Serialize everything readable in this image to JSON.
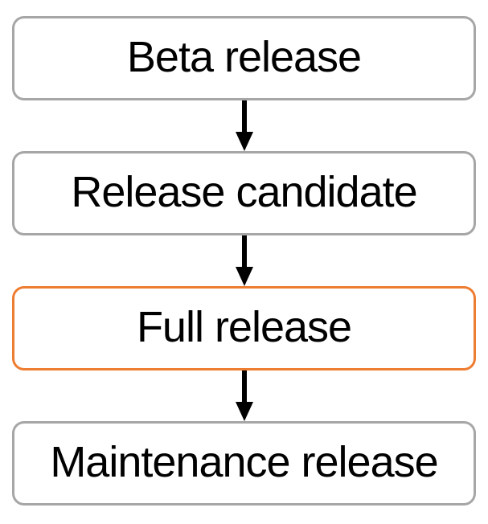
{
  "diagram": {
    "type": "flowchart",
    "direction": "top-down",
    "background_color": "#ffffff",
    "connector_color": "#000000",
    "default_border_color": "#a6a6a6",
    "highlight_border_color": "#ed7d31",
    "text_color": "#000000",
    "nodes": [
      {
        "id": "beta-release",
        "label": "Beta release",
        "border_color": "#a6a6a6",
        "highlighted": false
      },
      {
        "id": "release-candidate",
        "label": "Release candidate",
        "border_color": "#a6a6a6",
        "highlighted": false
      },
      {
        "id": "full-release",
        "label": "Full release",
        "border_color": "#ed7d31",
        "highlighted": true
      },
      {
        "id": "maintenance-release",
        "label": "Maintenance release",
        "border_color": "#a6a6a6",
        "highlighted": false
      }
    ],
    "connectors": [
      {
        "from": "beta-release",
        "to": "release-candidate"
      },
      {
        "from": "release-candidate",
        "to": "full-release"
      },
      {
        "from": "full-release",
        "to": "maintenance-release"
      }
    ]
  }
}
